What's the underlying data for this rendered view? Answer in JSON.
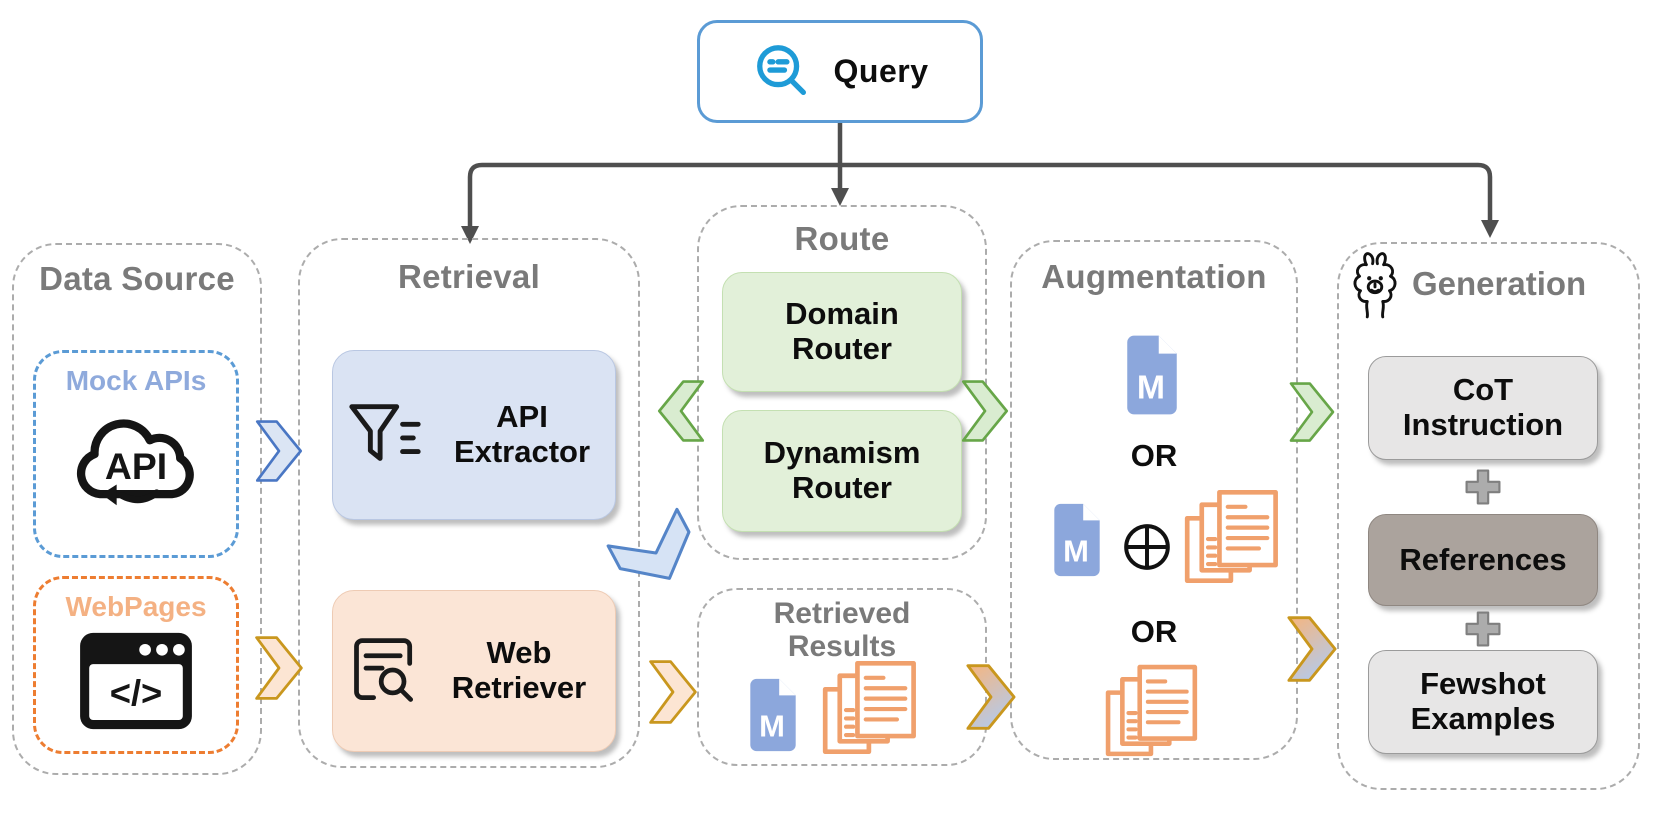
{
  "query": {
    "label": "Query"
  },
  "panels": {
    "data_source": {
      "title": "Data Source",
      "mock_apis": {
        "label": "Mock APIs",
        "cloud_text": "API"
      },
      "webpages": {
        "label": "WebPages",
        "code_glyph": "</>"
      }
    },
    "retrieval": {
      "title": "Retrieval",
      "api_extractor_label": "API Extractor",
      "web_retriever_label": "Web Retriever"
    },
    "route": {
      "title": "Route",
      "domain_router_label": "Domain Router",
      "dynamism_router_label": "Dynamism Router"
    },
    "retrieved_results": {
      "title": "Retrieved Results",
      "markdown_letter": "M"
    },
    "augmentation": {
      "title": "Augmentation",
      "or_top": "OR",
      "or_bottom": "OR",
      "markdown_letter": "M",
      "combine_symbol": "⊕"
    },
    "generation": {
      "title": "Generation",
      "cot_label": "CoT Instruction",
      "references_label": "References",
      "fewshot_label": "Fewshot Examples"
    }
  },
  "icons": {
    "query": "search-query-icon",
    "mock_apis": "api-cloud-icon",
    "webpages": "browser-code-icon",
    "api_extractor": "filter-funnel-icon",
    "web_retriever": "document-search-icon",
    "markdown_doc": "markdown-file-icon",
    "retrieved_docs": "stacked-documents-icon",
    "combine": "circle-plus-icon",
    "generation": "llama-icon",
    "plus_connector": "plus-icon"
  },
  "colors": {
    "query_border": "#5B9BD5",
    "query_icon_blue": "#1E9BD7",
    "panel_dash_gray": "#ACACAC",
    "panel_title_gray": "#7A7A7A",
    "mock_apis_text": "#8FAADC",
    "webpages_text": "#F4B183",
    "webpages_border": "#ED7D31",
    "api_extractor_fill": "#DAE3F3",
    "web_retriever_fill": "#FBE5D6",
    "router_fill": "#E2F0D9",
    "cot_fill": "#E7E6E6",
    "references_fill": "#ABA39D",
    "markdown_doc_blue": "#8CA7DC",
    "orange_doc": "#F0A06C",
    "green_arrow": "#67A648",
    "gold_arrow": "#C9971E",
    "blue_arrow": "#4A77C4",
    "connector_gray": "#4F4F4F"
  }
}
